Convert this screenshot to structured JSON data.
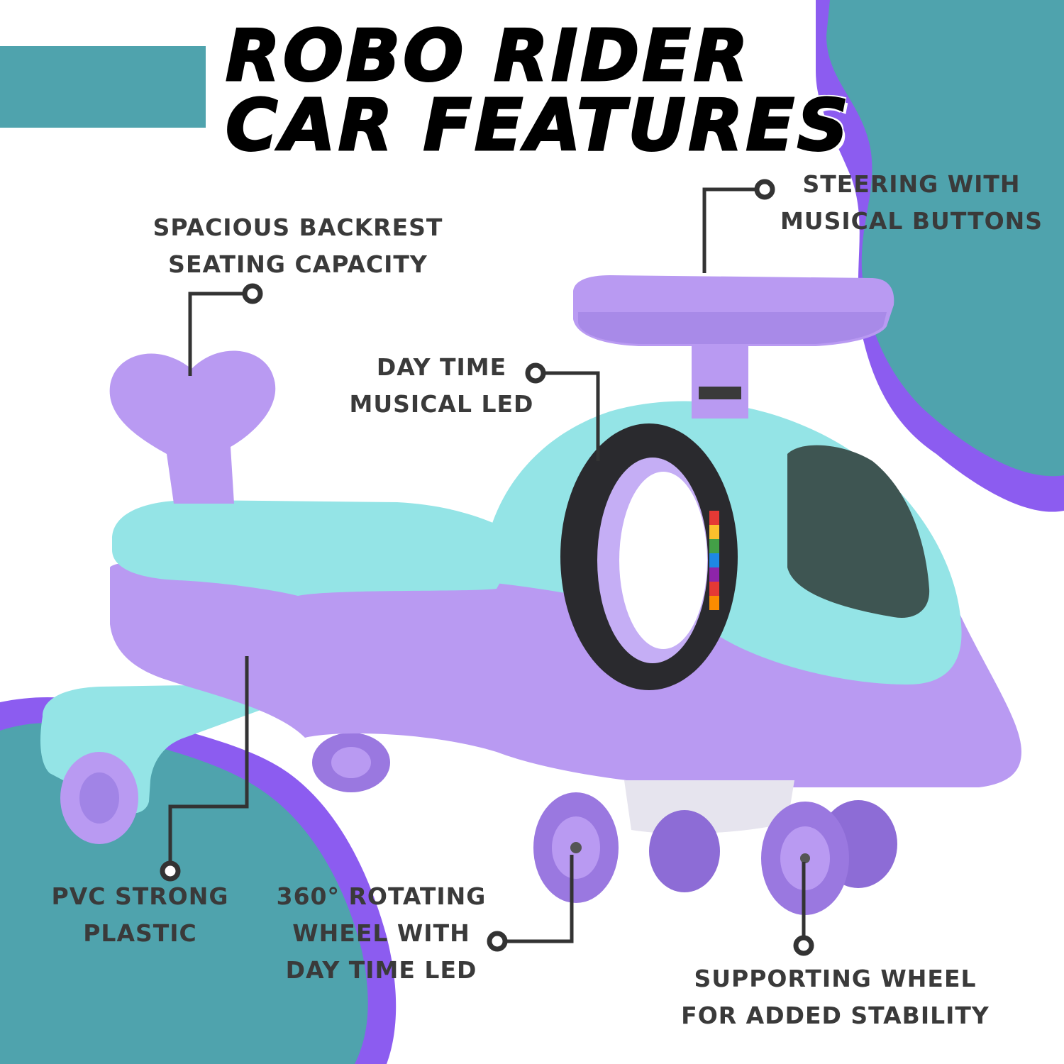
{
  "title": {
    "line1": "ROBO RIDER",
    "line2": "CAR FEATURES"
  },
  "features": [
    {
      "name": "backrest",
      "lines": [
        "SPACIOUS BACKREST",
        "SEATING CAPACITY"
      ]
    },
    {
      "name": "steering",
      "lines": [
        "STEERING WITH",
        "MUSICAL BUTTONS"
      ]
    },
    {
      "name": "led",
      "lines": [
        "DAY TIME",
        "MUSICAL LED"
      ]
    },
    {
      "name": "plastic",
      "lines": [
        "PVC STRONG",
        "PLASTIC"
      ]
    },
    {
      "name": "rotating-wheel",
      "lines": [
        "360° ROTATING",
        "WHEEL WITH",
        "DAY TIME LED"
      ]
    },
    {
      "name": "supporting-wheel",
      "lines": [
        "SUPPORTING WHEEL",
        "FOR ADDED STABILITY"
      ]
    }
  ],
  "colors": {
    "teal": "#4fa3ad",
    "purple": "#8c5cf0",
    "car_body": "#b99af2",
    "car_seat": "#94e4e6",
    "text": "#3a3a3a",
    "connector": "#333333"
  }
}
